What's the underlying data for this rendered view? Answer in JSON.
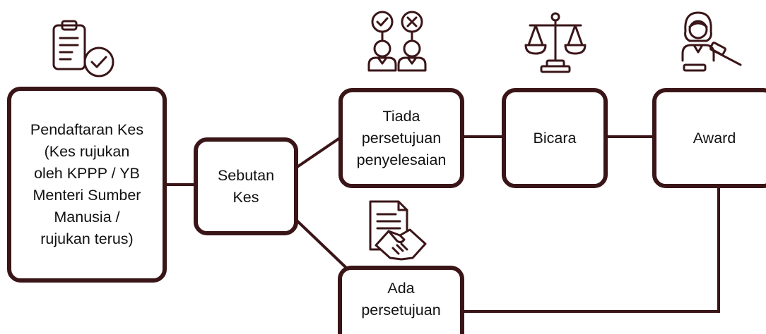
{
  "colors": {
    "accent": "#3a1518",
    "text": "#111111",
    "background": "#ffffff"
  },
  "nodes": {
    "registration": {
      "lines": [
        "Pendaftaran Kes",
        "(Kes rujukan",
        "oleh KPPP / YB",
        "Menteri Sumber",
        "Manusia /",
        "rujukan terus)"
      ],
      "icon": "clipboard-check-icon"
    },
    "mention": {
      "lines": [
        "Sebutan",
        "Kes"
      ]
    },
    "no_agreement": {
      "lines": [
        "Tiada",
        "persetujuan",
        "penyelesaian"
      ],
      "icon": "approve-reject-people-icon"
    },
    "hearing": {
      "lines": [
        "Bicara"
      ],
      "icon": "scales-of-justice-icon"
    },
    "award": {
      "lines": [
        "Award"
      ],
      "icon": "judge-gavel-icon"
    },
    "agreement": {
      "lines": [
        "Ada",
        "persetujuan"
      ],
      "icon": "document-handshake-icon"
    }
  }
}
